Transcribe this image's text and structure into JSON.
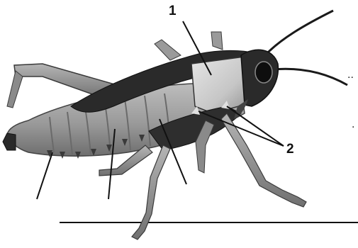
{
  "diagram": {
    "subject": "grasshopper",
    "callouts": [
      {
        "id": "1",
        "label": "1"
      },
      {
        "id": "2",
        "label": "2"
      }
    ],
    "edge_marks": [
      {
        "text": ".."
      },
      {
        "text": "."
      }
    ],
    "colors": {
      "body": "#9c9c9c",
      "shadow": "#555555",
      "dark": "#1a1a1a",
      "light": "#c8c8c8",
      "highlight": "#dcdcdc",
      "lines": "#111111"
    }
  }
}
